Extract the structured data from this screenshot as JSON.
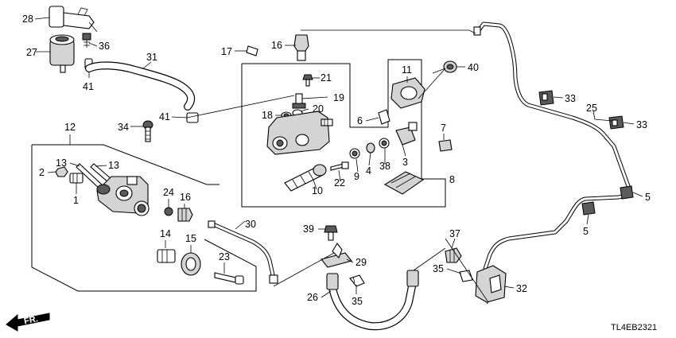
{
  "diagram_code": "TL4EB2321",
  "direction_label": "FR.",
  "callouts": {
    "c1": "1",
    "c2": "2",
    "c3": "3",
    "c4": "4",
    "c5a": "5",
    "c5b": "5",
    "c6": "6",
    "c7": "7",
    "c8": "8",
    "c9": "9",
    "c10": "10",
    "c11": "11",
    "c12": "12",
    "c13a": "13",
    "c13b": "13",
    "c14": "14",
    "c15": "15",
    "c16a": "16",
    "c16b": "16",
    "c17": "17",
    "c18": "18",
    "c19": "19",
    "c20": "20",
    "c21": "21",
    "c22": "22",
    "c23": "23",
    "c24": "24",
    "c25": "25",
    "c26": "26",
    "c27": "27",
    "c28": "28",
    "c29": "29",
    "c30": "30",
    "c31": "31",
    "c32": "32",
    "c33a": "33",
    "c33b": "33",
    "c34": "34",
    "c35a": "35",
    "c35b": "35",
    "c36": "36",
    "c37": "37",
    "c38": "38",
    "c39": "39",
    "c40": "40",
    "c41a": "41",
    "c41b": "41"
  }
}
